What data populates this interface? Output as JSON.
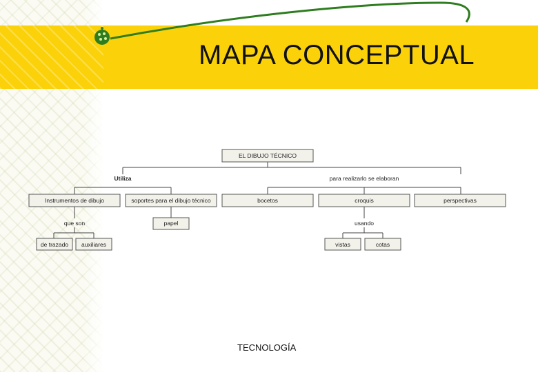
{
  "title": "MAPA CONCEPTUAL",
  "footer": "TECNOLOGÍA",
  "colors": {
    "band": "#fbd20a",
    "swoosh": "#2e7d1e",
    "node_fill": "#f3f2ea"
  },
  "icons": [
    "green-globe-icon"
  ],
  "diagram": {
    "root": "EL DIBUJO TÉCNICO",
    "link_left": "Utiliza",
    "link_right": "para realizarlo se elaboran",
    "level1": [
      "Instrumentos de dibujo",
      "soportes para el dibujo técnico",
      "bocetos",
      "croquis",
      "perspectivas"
    ],
    "link_que_son": "que son",
    "link_usando": "usando",
    "papel": "papel",
    "instr_children": [
      "de trazado",
      "auxiliares"
    ],
    "croquis_children": [
      "vistas",
      "cotas"
    ]
  }
}
